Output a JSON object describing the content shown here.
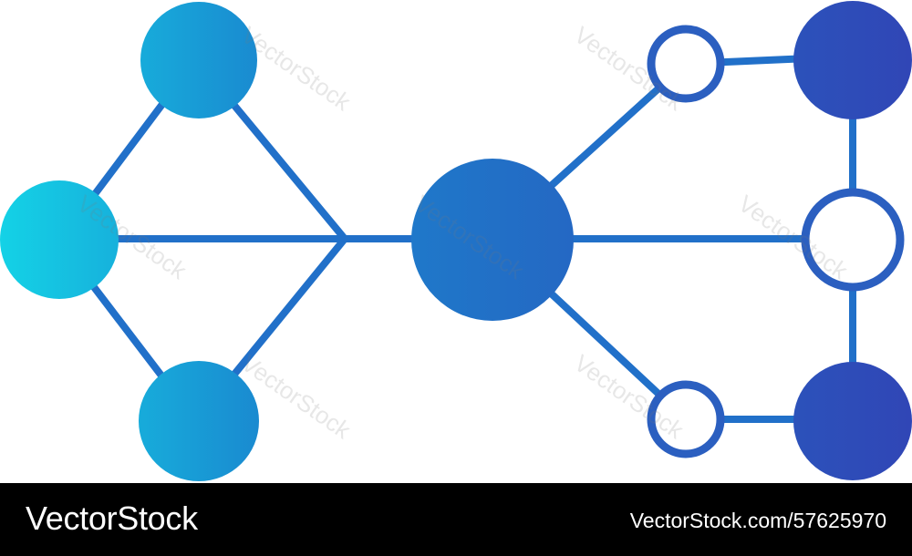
{
  "colors": {
    "line": "#2170c9",
    "node_gradient_start": "#18b7e0",
    "node_gradient_mid": "#1a7fcb",
    "node_gradient_end": "#2f4bb8",
    "hollow_fill": "#ffffff",
    "footer_bg": "#000000",
    "footer_text": "#ffffff"
  },
  "watermark": {
    "text": "VectorStock"
  },
  "footer": {
    "brand": "VectorStock",
    "image_id": "VectorStock.com/57625970"
  }
}
